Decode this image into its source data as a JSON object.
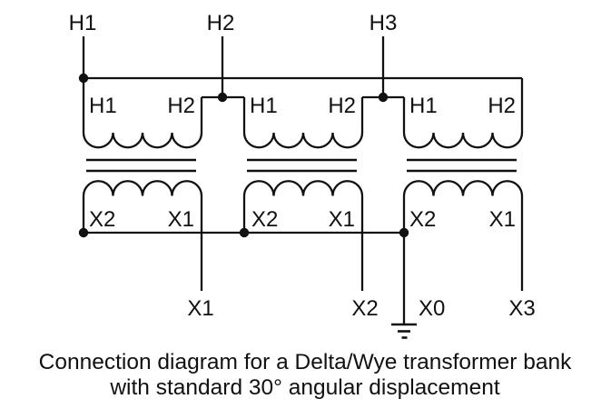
{
  "colors": {
    "ink": "#111111",
    "bg": "#ffffff"
  },
  "diagram": {
    "title_semantic": "delta-wye-transformer-bank-connection-diagram",
    "supply_terminals": {
      "h1": "H1",
      "h2": "H2",
      "h3": "H3"
    },
    "transformers": [
      {
        "primary_left": "H1",
        "primary_right": "H2",
        "secondary_left": "X2",
        "secondary_right": "X1"
      },
      {
        "primary_left": "H1",
        "primary_right": "H2",
        "secondary_left": "X2",
        "secondary_right": "X1"
      },
      {
        "primary_left": "H1",
        "primary_right": "H2",
        "secondary_left": "X2",
        "secondary_right": "X1"
      }
    ],
    "secondary_leads": {
      "x1": "X1",
      "x2": "X2",
      "x0": "X0",
      "x3": "X3"
    },
    "ground_symbol": "earth-ground"
  },
  "caption": {
    "line1": "Connection diagram for a Delta/Wye transformer bank",
    "line2": "with standard 30° angular displacement"
  }
}
